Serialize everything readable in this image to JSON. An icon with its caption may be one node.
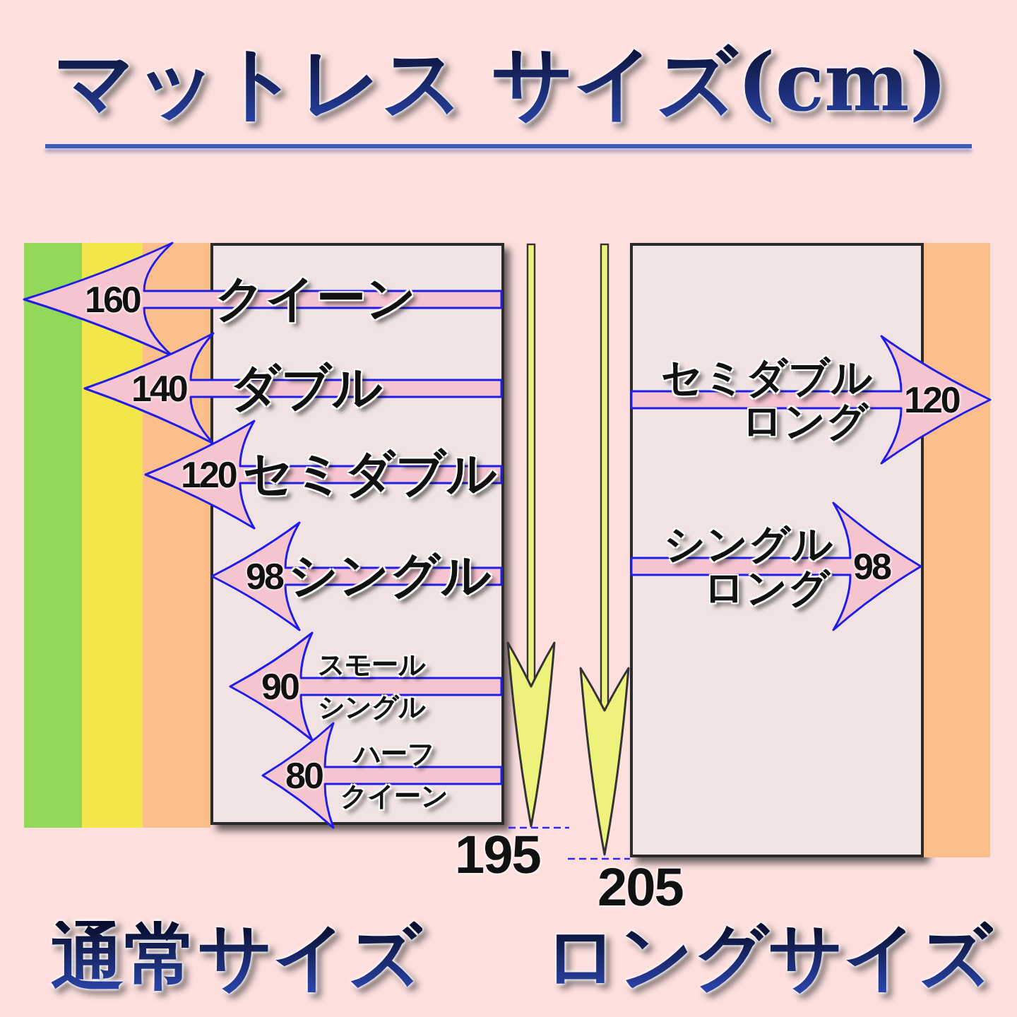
{
  "diagram": {
    "title": "マットレス サイズ(cm)",
    "nodes": [
      {
        "text": [],
        "shape": "bar"
      },
      {
        "text": [],
        "shape": "bar"
      },
      {
        "text": [],
        "shape": "bar"
      },
      {
        "text": [
          "クイーン",
          "ダブル",
          "セミダブル",
          "シングル",
          "スモールシングル",
          "ハーフクイーン"
        ]
      },
      {
        "text": [
          "セミダブルロング",
          "シングルロング"
        ]
      },
      {
        "text": [],
        "shape": "bar"
      }
    ],
    "labels": [
      "160",
      "140",
      "120",
      "98",
      "90",
      "80",
      "120",
      "98",
      "195",
      "205",
      "通常サイズ",
      "ロングサイズ"
    ]
  }
}
